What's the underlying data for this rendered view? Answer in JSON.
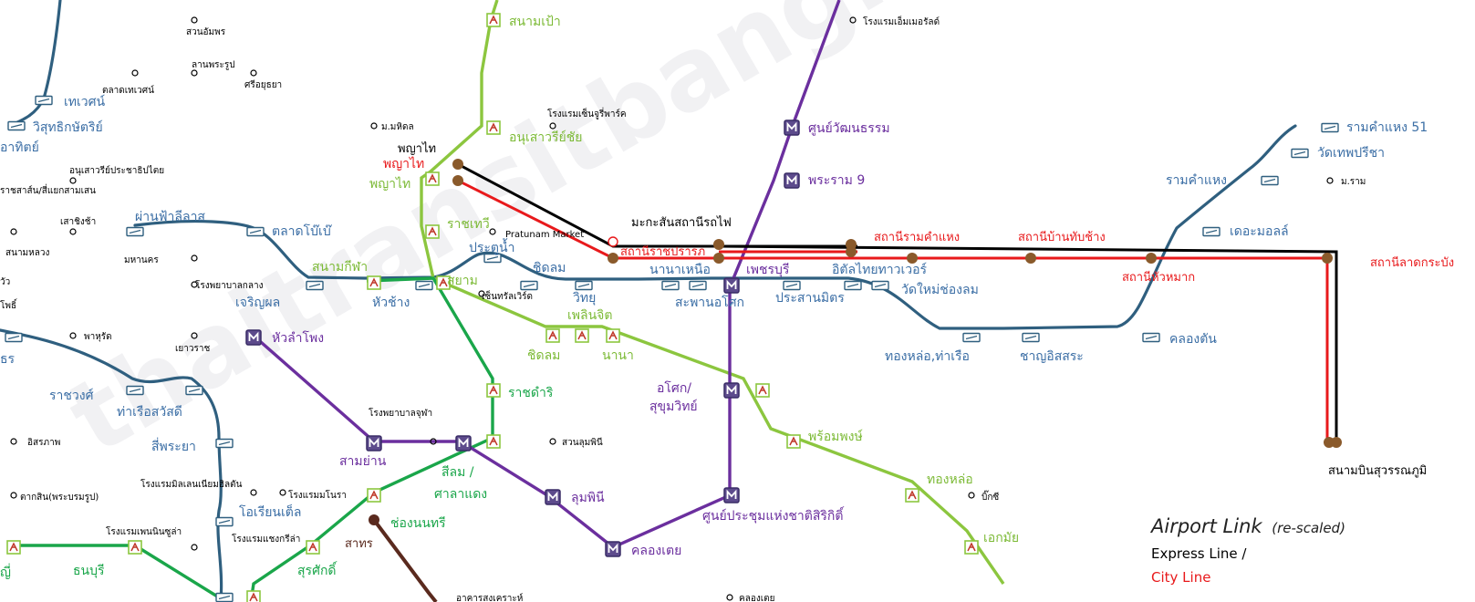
{
  "watermark": "thaitransitbangkok.com",
  "colors": {
    "bts_sukhumvit": "#8cc63f",
    "bts_silom": "#1aa64a",
    "mrt_blue": "#6b2f9e",
    "boat": "#2f5f7f",
    "airport_express": "#000000",
    "airport_city": "#e8191b",
    "purple_line": "#6b2f9e",
    "brown_line": "#5a2a1e",
    "text_blue": "#3b6ea5",
    "text_green": "#7cba36",
    "text_dark_green": "#1aa64a",
    "text_red": "#e8191b",
    "text_purple": "#6b2f9e"
  },
  "legend": {
    "title": "Airport Link",
    "title_suffix": "(re-scaled)",
    "express": "Express Line /",
    "city": "City Line"
  },
  "stations": {
    "s01": "สนามเป้า",
    "s02": "อนุเสาวรีย์ชัย",
    "s03": "พญาไท",
    "s04": "พญาไท",
    "s05": "พญาไท",
    "s06": "ราชเทวี",
    "s07": "สยาม",
    "s08": "ชิดลม",
    "s09": "เพลินจิต",
    "s10": "นานา",
    "s11": "ราชดำริ",
    "s12": "ศาลาแดง",
    "s13": "สีลม /",
    "s14": "ช่องนนทรี",
    "s15": "สุรศักดิ์",
    "s16": "อโศก/",
    "s17": "สุขุมวิทย์",
    "s18": "พร้อมพงษ์",
    "s19": "ทองหล่อ",
    "s20": "เอกมัย",
    "s21": "ศูนย์วัฒนธรรม",
    "s22": "พระราม 9",
    "s23": "เพชรบุรี",
    "s24": "หัวลำโพง",
    "s25": "สามย่าน",
    "s26": "ลุมพินี",
    "s27": "คลองเตย",
    "s28": "ศูนย์ประชุมแห่งชาติสิริกิติ์",
    "s29": "สนามกีฬา",
    "s30": "มะกะสันสถานีรถไฟ",
    "s31": "สถานีราชปรารภ",
    "s32": "สถานีรามคำแหง",
    "s33": "สถานีบ้านทับช้าง",
    "s34": "สถานีหัวหมาก",
    "s35": "สถานีลาดกระบัง",
    "s36": "สนามบินสุวรรณภูมิ",
    "s37": "ธนบุรี",
    "s38": "สาทร"
  },
  "piers": {
    "p01": "เทเวศน์",
    "p02": "วิสุทธิกษัตริย์",
    "p03": "ผ่านฟ้าลีลาส",
    "p04": "ตลาดโบ๊เบ๊",
    "p05": "หัวช้าง",
    "p06": "เจริญผล",
    "p07": "ประตูน้ำ",
    "p08": "ชิดลม",
    "p09": "วิทยุ",
    "p10": "นานาเหนือ",
    "p11": "สะพานอโศก",
    "p12": "ประสานมิตร",
    "p13": "อิตัลไทยทาวเวอร์",
    "p14": "วัดใหม่ช่องลม",
    "p15": "ทองหล่อ,ท่าเรือ",
    "p16": "ชาญอิสสระ",
    "p17": "คลองตัน",
    "p18": "เดอะมอลล์",
    "p19": "รามคำแหง",
    "p20": "วัดเทพปรีชา",
    "p21": "รามคำแหง 51",
    "p22": "ราชวงศ์",
    "p23": "ท่าเรือสวัสดี",
    "p24": "สี่พระยา",
    "p25": "โอเรียนเต็ล"
  },
  "landmarks": {
    "l01": "สวนอัมพร",
    "l02": "ลานพระรูป",
    "l03": "ศรีอยุธยา",
    "l04": "ตลาดเทเวศน์",
    "l05": "ม.มหิดล",
    "l06": "โรงแรมเซ็นจูรี่พาร์ค",
    "l07": "อนุเสาวรีย์ประชาธิปไตย",
    "l08": "เสาชิงช้า",
    "l09": "สนามหลวง",
    "l10": "มหานคร",
    "l11": "โรงพยาบาลกลาง",
    "l12": "Pratunam Market",
    "l13": "เซ็นทรัลเวิร์ด",
    "l14": "พาหุรัด",
    "l15": "เยาวราช",
    "l16": "โรงพยาบาลจุฬา",
    "l17": "สวนลุมพินี",
    "l18": "โรงแรมมิลเลนเนียมฮิลตัน",
    "l19": "โรงแรมมโนรา",
    "l20": "โรงแรมเพนนินซูล่า",
    "l21": "โรงแรมแชงกรีล่า",
    "l22": "ตากสิน(พระบรมรูป)",
    "l23": "อิสรภาพ",
    "l24": "บิ๊กซี",
    "l25": "โรงแรมเอ็มเมอรัลด์",
    "l26": "ม.ราม",
    "l27": "อาคารสงเคราะห์",
    "l28": "คลองเตย",
    "l29": "อาทิตย์",
    "l30": "ราชสาส์น/สี่แยกสามเสน",
    "l31": "โพธิ์",
    "l32": "วัว",
    "l33": "ธร",
    "l34": "ญี่"
  },
  "icons": {
    "bts": "bts-station-icon",
    "mrt": "mrt-station-icon",
    "pier": "boat-pier-icon",
    "arl": "airport-link-station-dot",
    "landmark": "landmark-dot"
  }
}
